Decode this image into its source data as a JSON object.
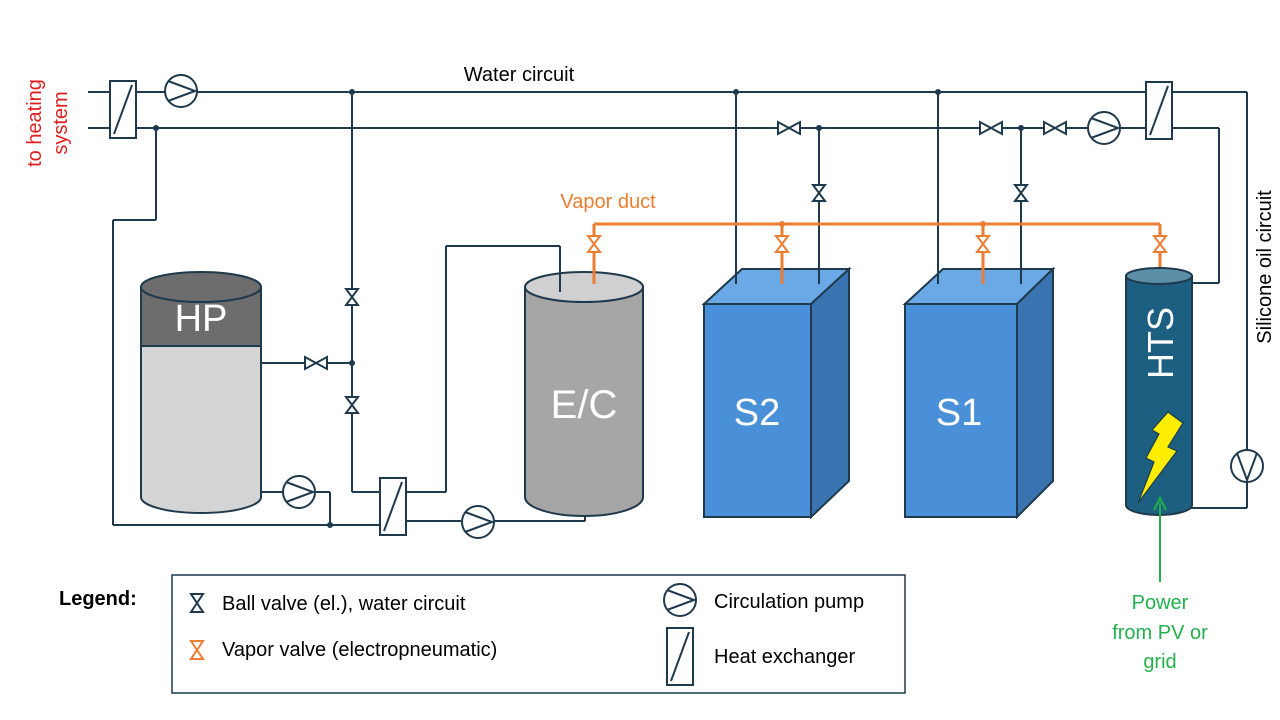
{
  "labels": {
    "water_circuit": "Water circuit",
    "vapor_duct": "Vapor duct",
    "silicone_oil_circuit": "Silicone oil circuit",
    "heating_line1": "to heating",
    "heating_line2": "system",
    "power_line1": "Power",
    "power_line2": "from PV or",
    "power_line3": "grid"
  },
  "components": {
    "hp": "HP",
    "ec": "E/C",
    "s2": "S2",
    "s1": "S1",
    "hts": "HTS"
  },
  "legend": {
    "title": "Legend:",
    "ball_valve": "Ball valve (el.), water circuit",
    "vapor_valve": "Vapor valve (electropneumatic)",
    "pump": "Circulation pump",
    "heat_exchanger": "Heat exchanger"
  },
  "colors": {
    "line": "#1f3a4d",
    "vapor": "#ed7d31",
    "heating_text": "#e02020",
    "power": "#22b14c",
    "storage_front": "#4a90d9",
    "storage_side": "#3a74b0",
    "storage_top": "#6aa8e6",
    "hts_body": "#1c5f80",
    "hts_top": "#5b8fa8",
    "hp_top": "#6d6d6d",
    "hp_body": "#d4d4d4",
    "ec_body": "#a6a6a6",
    "ec_top": "#d0d0d0",
    "bolt": "#ffee00"
  }
}
